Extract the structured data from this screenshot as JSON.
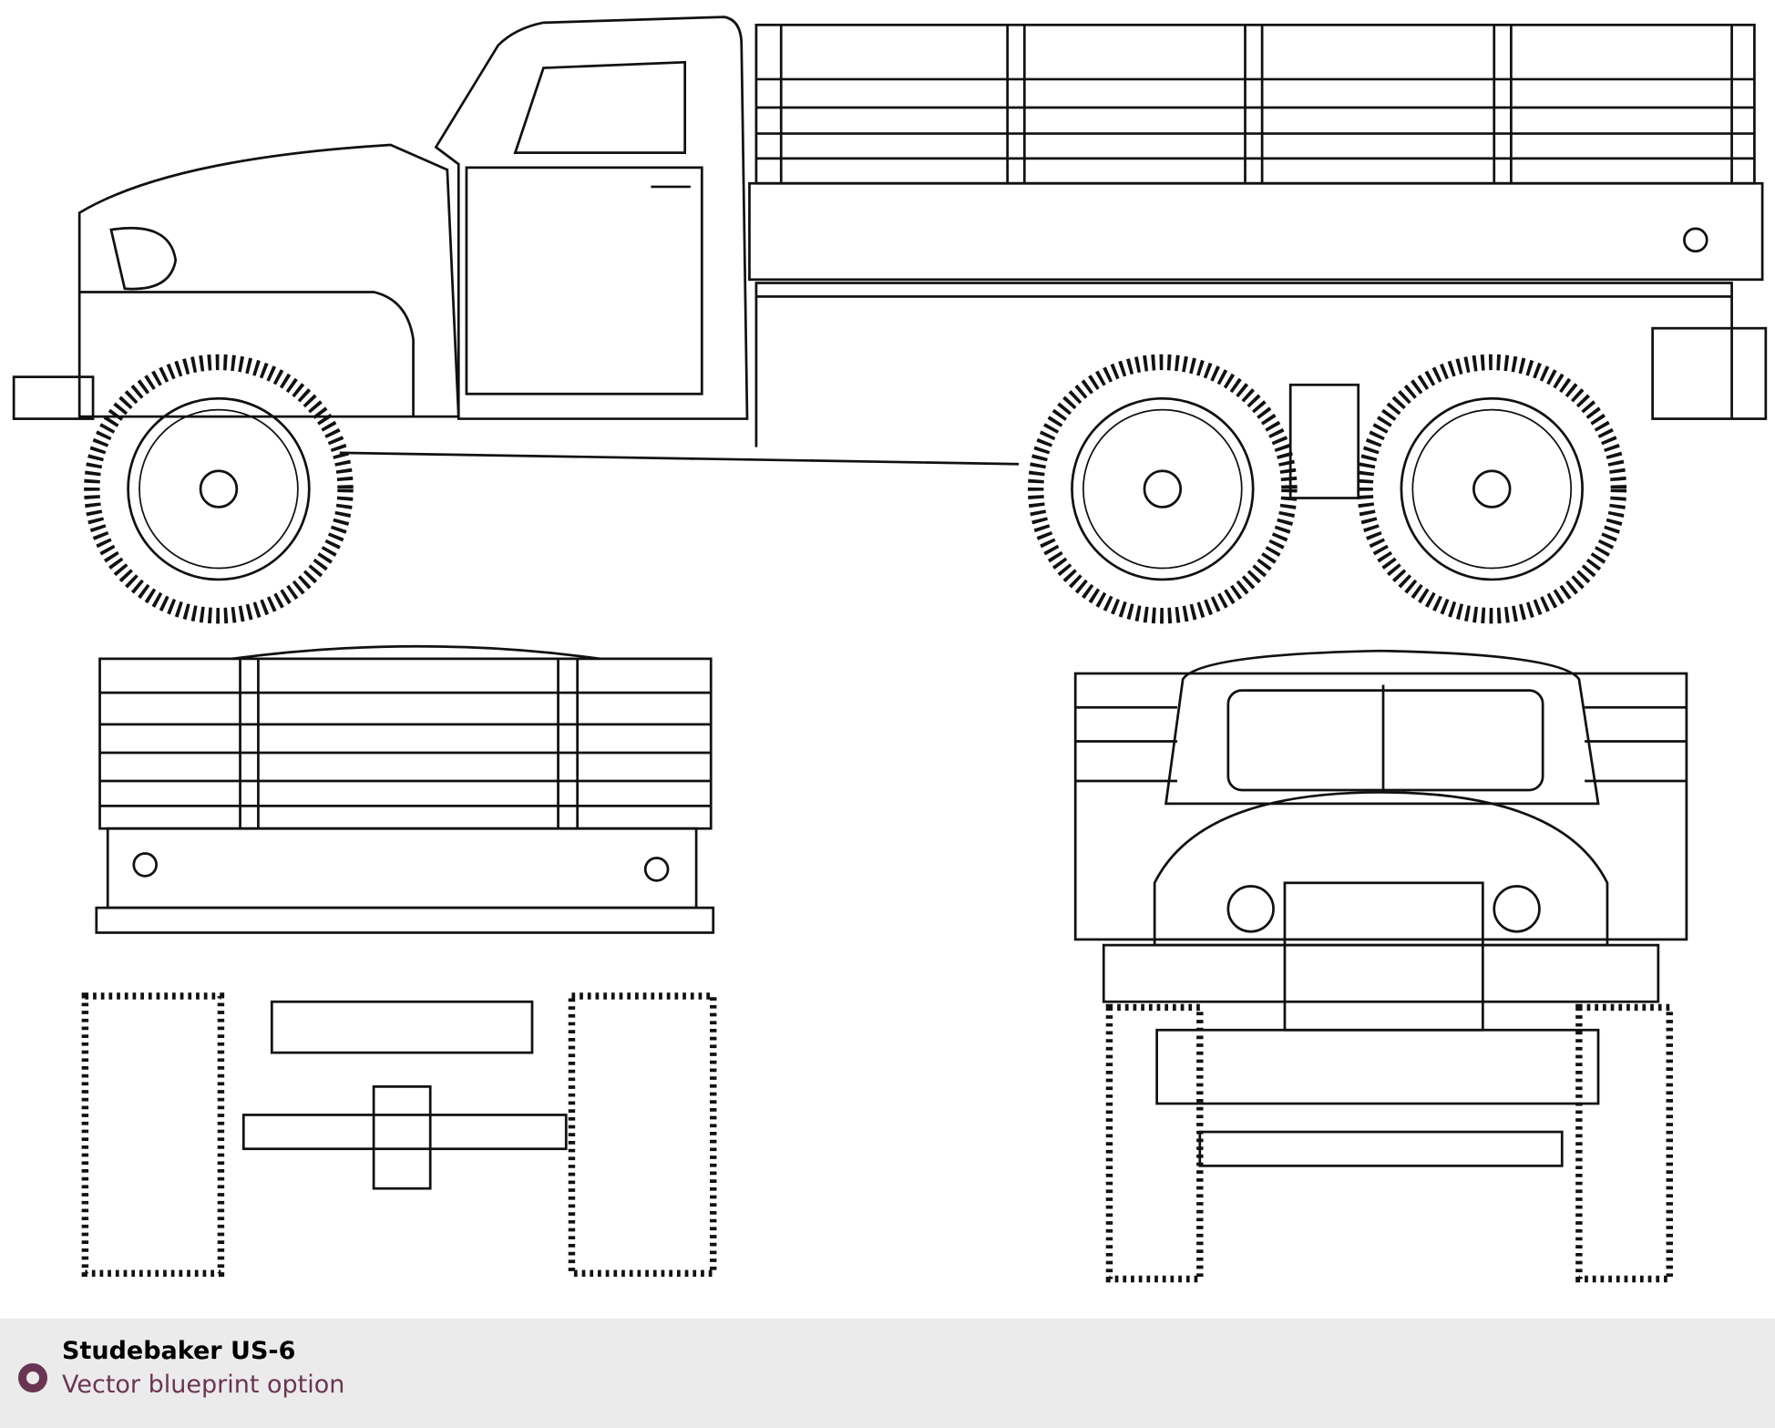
{
  "footer": {
    "title": "Studebaker US-6",
    "subtitle": "Vector blueprint option",
    "accent_color": "#6a3553"
  },
  "drawing": {
    "views": [
      "side-view",
      "rear-view",
      "front-view"
    ]
  }
}
